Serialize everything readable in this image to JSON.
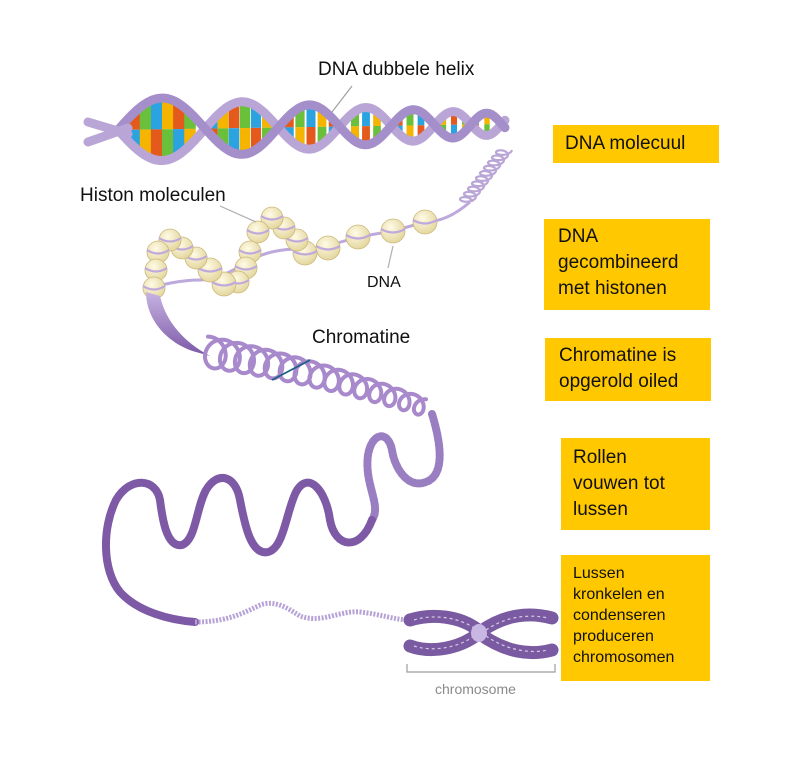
{
  "labels": {
    "helix": "DNA dubbele  helix",
    "histon": "Histon moleculen",
    "dna": "DNA",
    "chromatine": "Chromatine",
    "chromosome": "chromosome"
  },
  "boxes": {
    "b1": [
      "DNA molecuul"
    ],
    "b2": [
      "DNA",
      "gecombineerd",
      "met histonen"
    ],
    "b3": [
      "Chromatine is",
      "opgerold oiled"
    ],
    "b4": [
      "Rollen",
      "vouwen  tot",
      "lussen"
    ],
    "b5": [
      "Lussen",
      "kronkelen en",
      "condenseren",
      "produceren",
      "chromosomen"
    ]
  },
  "colors": {
    "box": "#ffc800",
    "strand": "#b9a6d6",
    "fiber_dark": "#7e5aa6",
    "nucleosome": "#f3e8b8",
    "pointer": "#1f5f86"
  }
}
